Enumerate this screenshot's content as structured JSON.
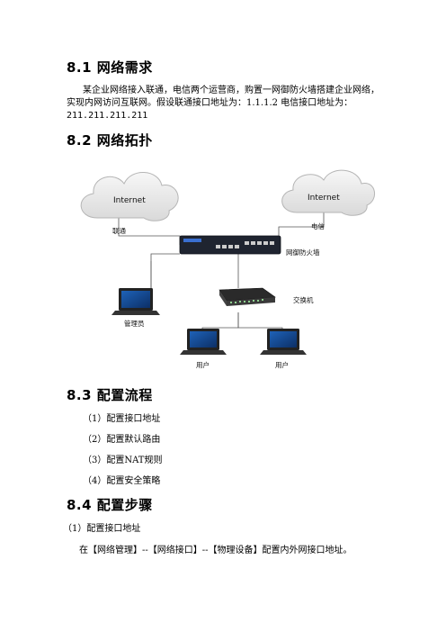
{
  "sections": {
    "s1": {
      "title": "8.1 网络需求",
      "para_line1": "某企业网络接入联通，电信两个运营商，购置一网御防火墙搭建企业网络，",
      "para_line2": "实现内网访问互联网。假设联通接口地址为：1.1.1.2 电信接口地址为：",
      "para_line3": "211.211.211.211"
    },
    "s2": {
      "title": "8.2 网络拓扑"
    },
    "s3": {
      "title": "8.3 配置流程",
      "steps": [
        "（1）配置接口地址",
        "（2）配置默认路由",
        "（3）配置NAT规则",
        "（4）配置安全策略"
      ]
    },
    "s4": {
      "title": "8.4 配置步骤",
      "step1": "（1）配置接口地址",
      "instruction": "在【网络管理】--【网络接口】--【物理设备】配置内外网接口地址。"
    }
  },
  "diagram": {
    "cloud_left": "Internet",
    "cloud_right": "Internet",
    "isp_left": "联通",
    "isp_right": "电信",
    "firewall": "网御防火墙",
    "switch": "交换机",
    "admin": "管理员",
    "user1": "用户",
    "user2": "用户"
  }
}
